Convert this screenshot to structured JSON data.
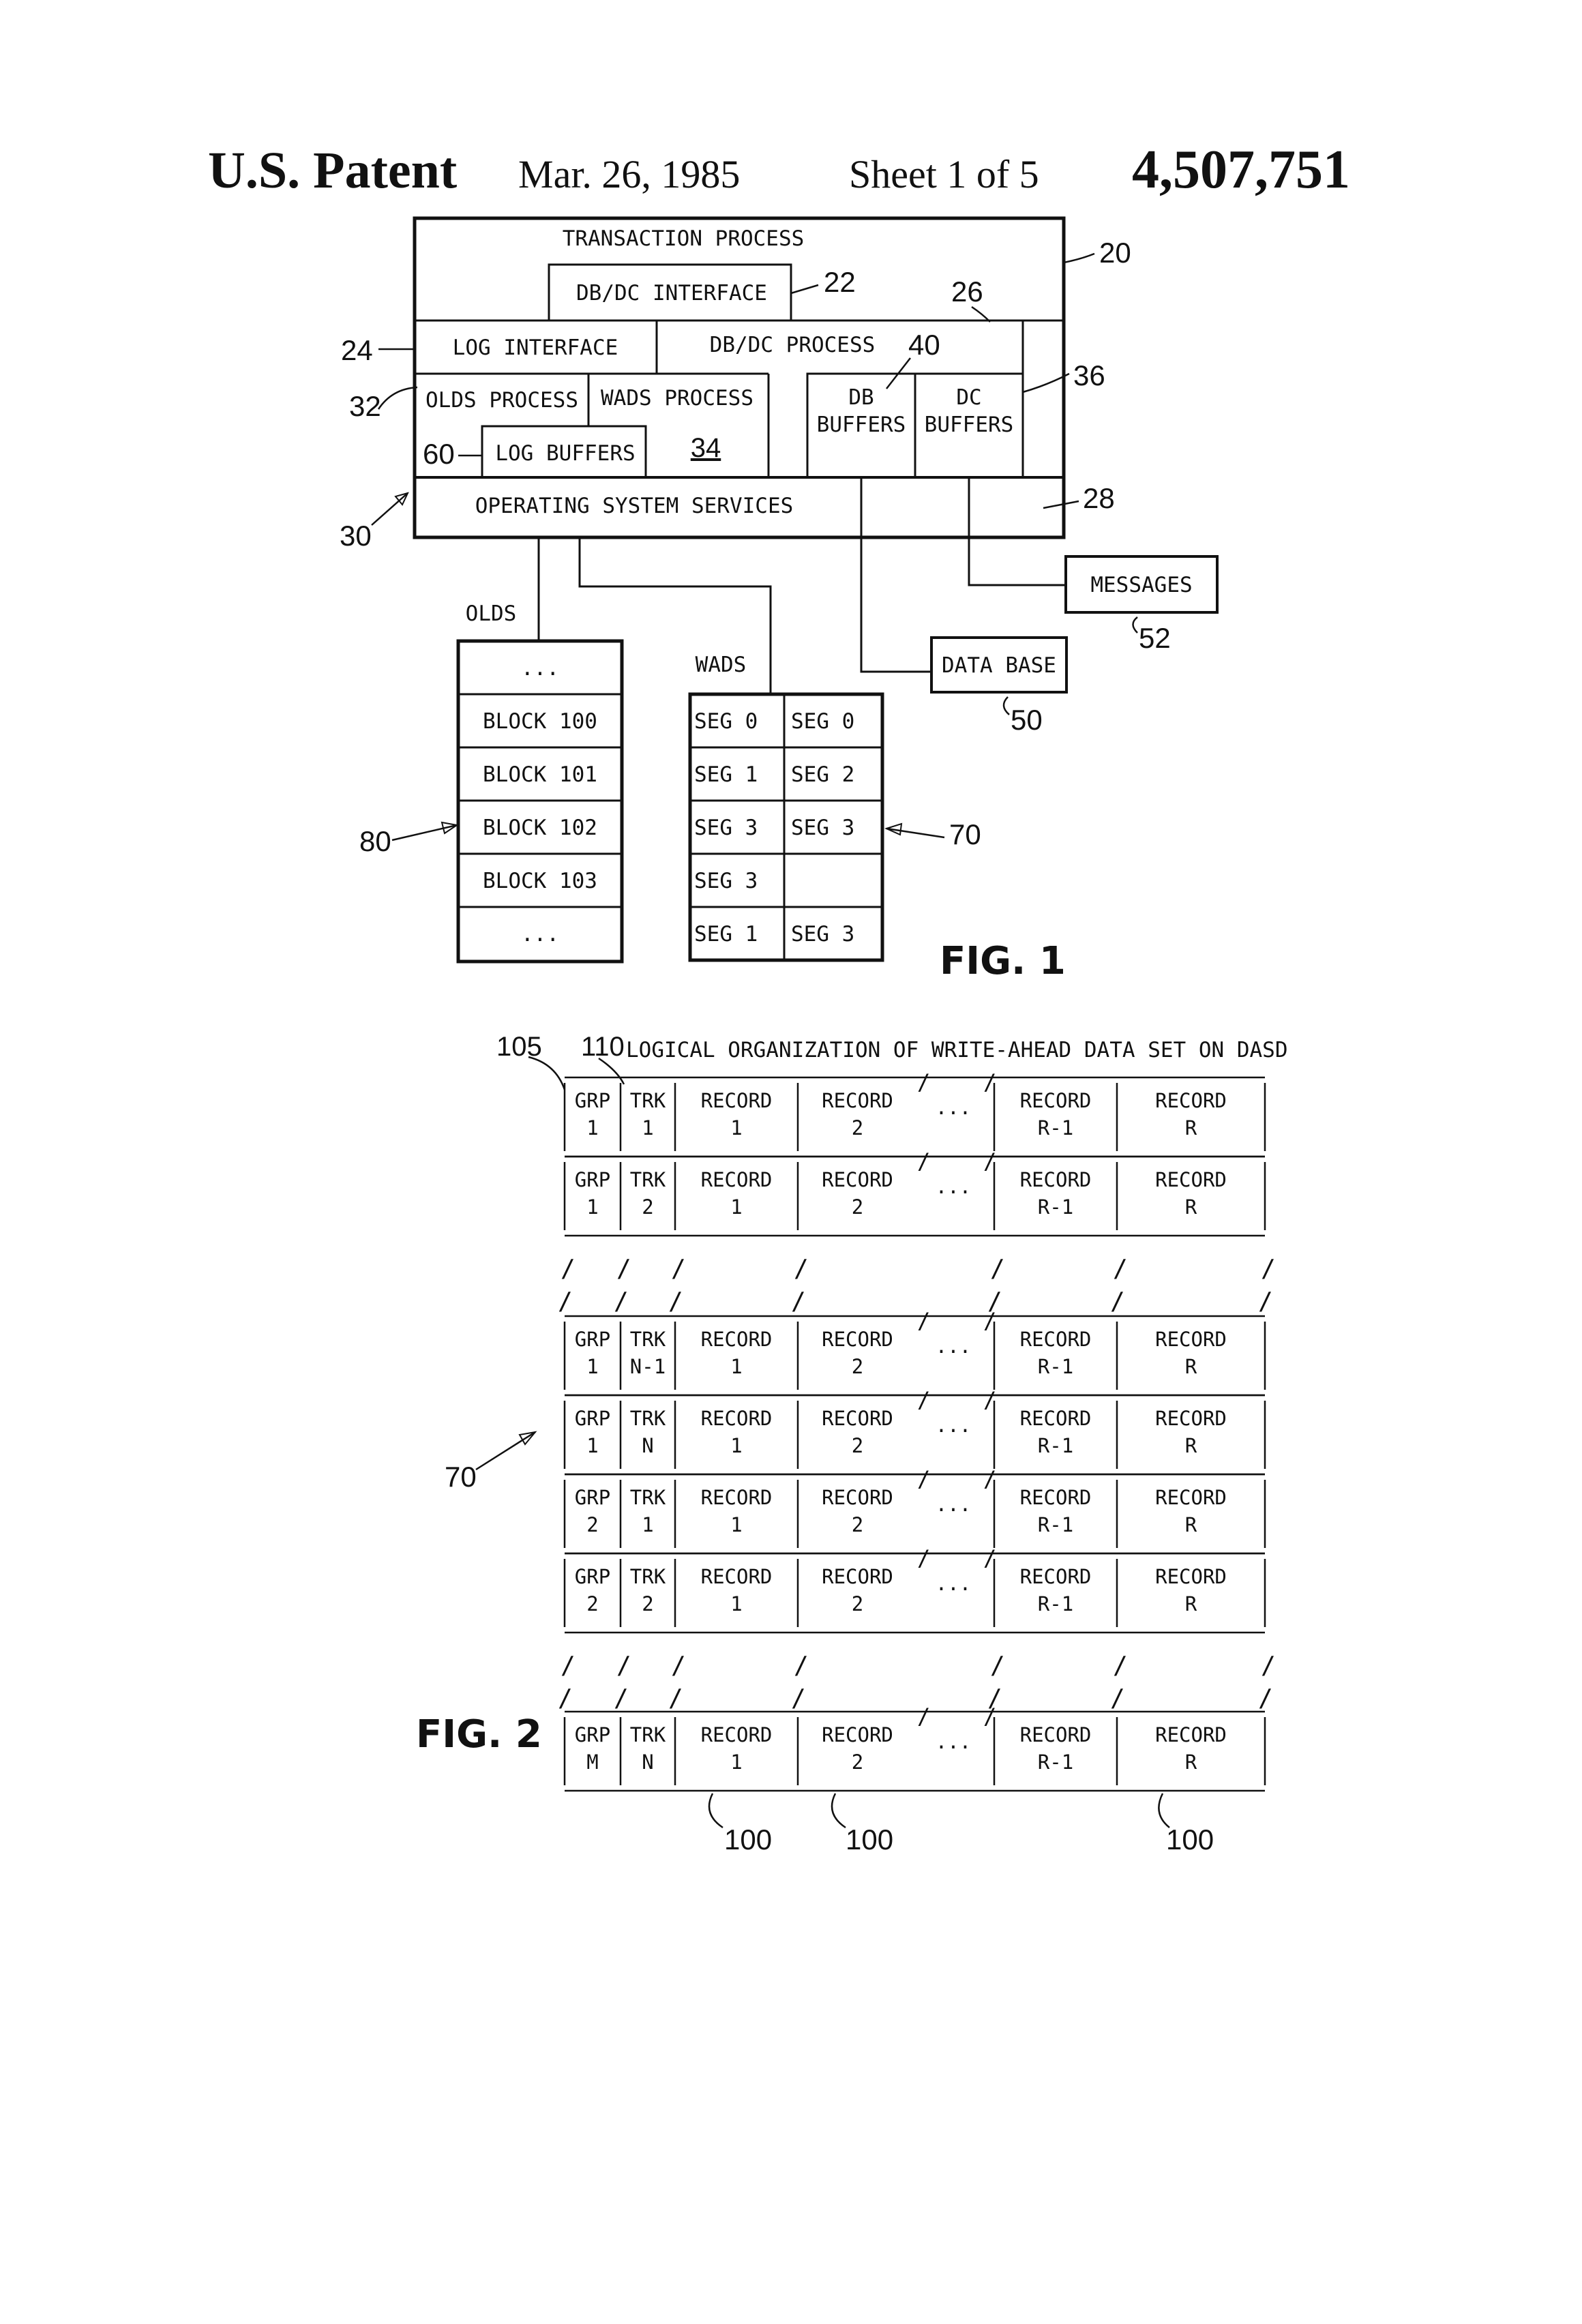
{
  "header": {
    "title": "U.S. Patent",
    "date": "Mar. 26, 1985",
    "sheet": "Sheet 1 of 5",
    "patent_number": "4,507,751"
  },
  "fig1": {
    "caption": "FIG. 1",
    "transaction_process": "TRANSACTION PROCESS",
    "dbdc_interface": "DB/DC INTERFACE",
    "log_interface": "LOG INTERFACE",
    "dbdc_process": "DB/DC PROCESS",
    "olds_process": "OLDS PROCESS",
    "wads_process": "WADS PROCESS",
    "log_buffers": "LOG BUFFERS",
    "db_buffers": [
      "DB",
      "BUFFERS"
    ],
    "dc_buffers": [
      "DC",
      "BUFFERS"
    ],
    "os_services": "OPERATING SYSTEM  SERVICES",
    "messages": "MESSAGES",
    "data_base": "DATA BASE",
    "olds_label": "OLDS",
    "wads_label": "WADS",
    "olds_blocks": [
      "...",
      "BLOCK 100",
      "BLOCK 101",
      "BLOCK 102",
      "BLOCK 103",
      "..."
    ],
    "wads_rows": [
      [
        "SEG 0",
        "SEG 0"
      ],
      [
        "SEG 1",
        "SEG 2"
      ],
      [
        "SEG 3",
        "SEG 3"
      ],
      [
        "SEG 3",
        ""
      ],
      [
        "SEG 1",
        "SEG 3"
      ]
    ],
    "refs": {
      "r20": "20",
      "r22": "22",
      "r24": "24",
      "r26": "26",
      "r28": "28",
      "r30": "30",
      "r32": "32",
      "r34": "34",
      "r36": "36",
      "r40": "40",
      "r50": "50",
      "r52": "52",
      "r60": "60",
      "r70": "70",
      "r80": "80"
    }
  },
  "fig2": {
    "caption": "FIG. 2",
    "title": "LOGICAL ORGANIZATION OF WRITE-AHEAD DATA SET ON DASD",
    "refs": {
      "r105": "105",
      "r110": "110",
      "r70": "70",
      "r100": "100"
    },
    "col_heads": {
      "grp": "GRP",
      "trk": "TRK",
      "record": "RECORD",
      "ellipsis": "..."
    },
    "record_ids": [
      "1",
      "2",
      "R-1",
      "R"
    ],
    "rows_top": [
      {
        "grp": "1",
        "trk": "1"
      },
      {
        "grp": "1",
        "trk": "2"
      }
    ],
    "rows_mid": [
      {
        "grp": "1",
        "trk": "N-1"
      },
      {
        "grp": "1",
        "trk": "N"
      },
      {
        "grp": "2",
        "trk": "1"
      },
      {
        "grp": "2",
        "trk": "2"
      }
    ],
    "rows_bottom": [
      {
        "grp": "M",
        "trk": "N"
      }
    ]
  }
}
